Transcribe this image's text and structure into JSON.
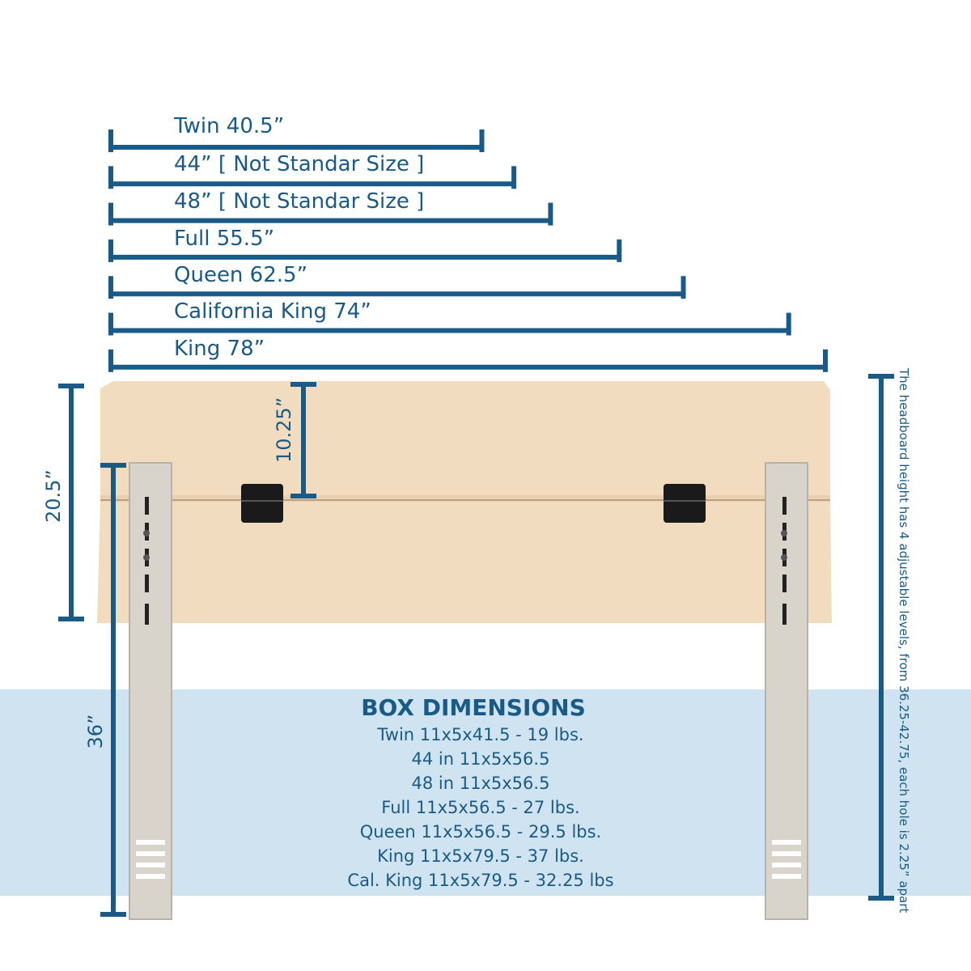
{
  "widths": [
    {
      "label": "Twin 40.5”",
      "inches": 40.5
    },
    {
      "label": "44” [ Not Standar Size ]",
      "inches": 44
    },
    {
      "label": "48” [ Not Standar Size ]",
      "inches": 48
    },
    {
      "label": "Full 55.5”",
      "inches": 55.5
    },
    {
      "label": "Queen 62.5”",
      "inches": 62.5
    },
    {
      "label": "California King 74”",
      "inches": 74
    },
    {
      "label": "King 78”",
      "inches": 78
    }
  ],
  "heights": {
    "headboard": "20.5”",
    "hinge_offset": "10.25”",
    "legs": "36”"
  },
  "note": "The headboard height has 4 adjustable levels, from 36.25-42.75, each hole is 2.25” apart",
  "box": {
    "title": "BOX DIMENSIONS",
    "lines": [
      "Twin 11x5x41.5 - 19 lbs.",
      "44 in 11x5x56.5",
      "48 in 11x5x56.5",
      "Full 11x5x56.5 - 27 lbs.",
      "Queen 11x5x56.5 - 29.5 lbs.",
      "King  11x5x79.5 - 37 lbs.",
      "Cal. King 11x5x79.5 - 32.25 lbs"
    ]
  },
  "colors": {
    "dimension_blue": "#1a5a86",
    "panel_beige": "#f2dcc0",
    "leg_silver": "#d8d4cc",
    "band_lightblue": "#cfe4f0",
    "hinge_black": "#1a1a1a"
  }
}
